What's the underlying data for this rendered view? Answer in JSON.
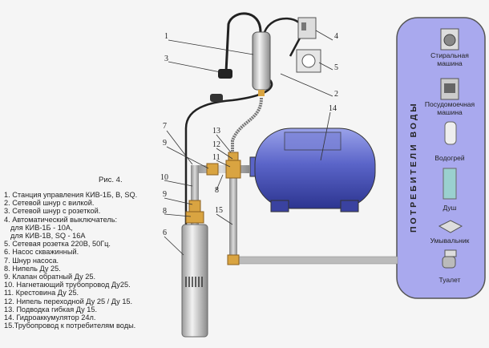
{
  "figure_label": "Рис. 4.",
  "legend": [
    "1. Станция управления КИВ-1Б, В, SQ.",
    "2. Сетевой шнур с вилкой.",
    "3. Сетевой шнур с розеткой.",
    "4. Автоматический выключатель:",
    "   для КИВ-1Б - 10А,",
    "   для КИВ-1В, SQ - 16А",
    "5. Сетевая розетка 220В, 50Гц.",
    "6. Насос скважинный.",
    "7. Шнур насоса.",
    "8. Нипель Ду 25.",
    "9. Клапан обратный Ду 25.",
    "10. Нагнетающий трубопровод Ду25.",
    "11. Крестовина  Ду 25.",
    "12. Нипель переходной Ду 25 / Ду 15.",
    "13. Подводка гибкая Ду 15.",
    "14. Гидроаккумулятор 24л.",
    "15.Трубопровод к потребителям воды."
  ],
  "callouts": {
    "c1": "1",
    "c2": "2",
    "c3": "3",
    "c4": "4",
    "c5": "5",
    "c6": "6",
    "c7": "7",
    "c8a": "8",
    "c8b": "8",
    "c9a": "9",
    "c9b": "9",
    "c10": "10",
    "c11": "11",
    "c12": "12",
    "c13": "13",
    "c14": "14",
    "c15": "15"
  },
  "consumers": {
    "title": "ПОТРЕБИТЕЛИ  ВОДЫ",
    "items": [
      "Стиральная",
      "машина",
      "Посудомоечная",
      "машина",
      "Водогрей",
      "Душ",
      "Умывальник",
      "Туалет"
    ]
  },
  "colors": {
    "panel": "#a9a9ee",
    "tank": "#5a64c8",
    "pipe": "#b8b8b8",
    "fitting": "#d9a441"
  }
}
